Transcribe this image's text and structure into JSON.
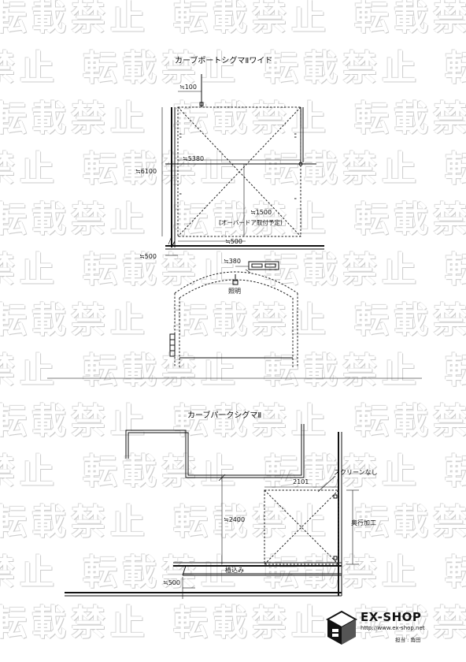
{
  "watermark": "転載禁止",
  "section1": {
    "title": "カーブポートシグマⅡワイド",
    "dims": {
      "d100": "≒100",
      "d5380": "≒5380",
      "d6100": "≒6100",
      "d1500": "≒1500",
      "door_note": "(オーバードア取付予定)",
      "d500_bottom": "≒500",
      "d500_left": "≒500",
      "d380": "≒380",
      "light": "照明"
    }
  },
  "section2": {
    "title": "カーブパークシグマⅡ",
    "dims": {
      "d2101": "2101",
      "screen": "スクリーンなし",
      "d2400": "≒2400",
      "depth": "奥行加工",
      "planting": "植込み",
      "d500": "≒500"
    }
  },
  "logo": {
    "name": "EX-SHOP",
    "url": "http://www.ex-shop.net",
    "staff": "担当 : 角田"
  }
}
